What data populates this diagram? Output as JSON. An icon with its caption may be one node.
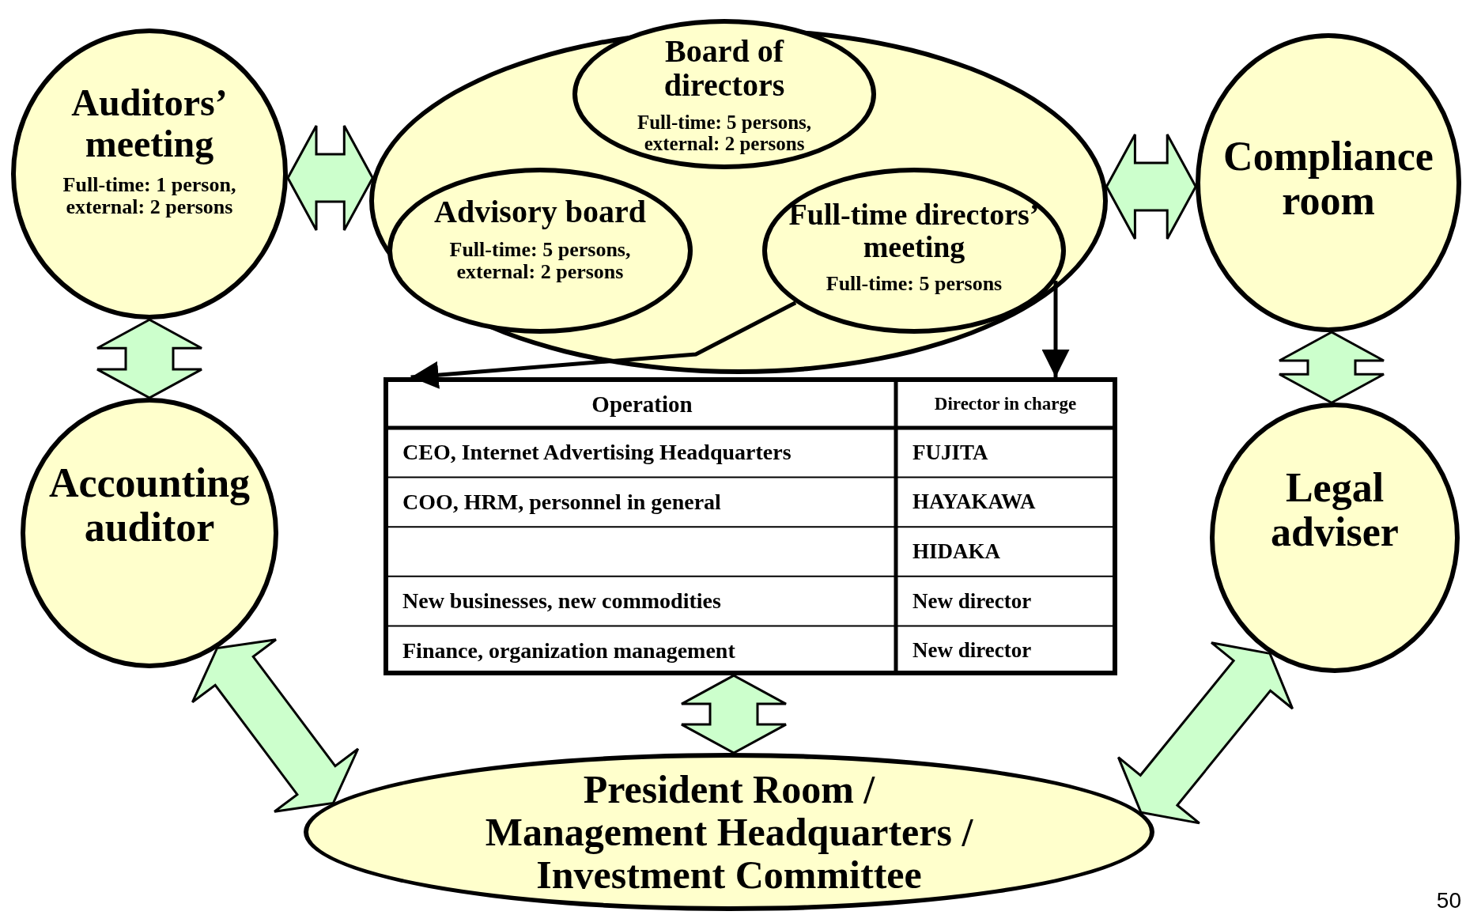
{
  "diagram": {
    "nodes": [
      {
        "text": [
          "Auditors’ meeting",
          "Full-time: 1 person, external: 2 persons"
        ]
      },
      {
        "text": [],
        "shape": "ellipse"
      },
      {
        "text": [
          "Board of directors",
          "Full-time: 5 persons, external: 2 persons"
        ],
        "in": 1
      },
      {
        "text": [
          "Advisory board",
          "Full-time: 5 persons, external: 2 persons"
        ],
        "in": 1
      },
      {
        "text": [
          "Full-time directors’ meeting",
          "Full-time: 5 persons"
        ],
        "in": 1
      },
      {
        "text": [
          "Compliance room"
        ]
      },
      {
        "text": [
          "Accounting auditor"
        ]
      },
      {
        "text": [
          "Legal adviser"
        ]
      },
      {
        "text": [
          "Operation",
          "Director in charge",
          "CEO, Internet Advertising Headquarters",
          "FUJITA",
          "COO, HRM, personnel in general",
          "HAYAKAWA",
          "HIDAKA",
          "New businesses, new commodities",
          "New director",
          "Finance, organization management",
          "New director"
        ]
      },
      {
        "text": [
          "President Room / Management Headquarters / Investment Committee"
        ]
      }
    ],
    "edges": [
      {
        "from": 0,
        "to": 1,
        "arrow": "both"
      },
      {
        "from": 1,
        "to": 5,
        "arrow": "both"
      },
      {
        "from": 0,
        "to": 6,
        "arrow": "both"
      },
      {
        "from": 5,
        "to": 7,
        "arrow": "both"
      },
      {
        "from": 6,
        "to": 9,
        "arrow": "both"
      },
      {
        "from": 7,
        "to": 9,
        "arrow": "both"
      },
      {
        "from": 8,
        "to": 9,
        "arrow": "both"
      },
      {
        "from": 4,
        "to": 8,
        "arrow": "to",
        "color": "#000000"
      },
      {
        "from": 4,
        "to": 8,
        "arrow": "to",
        "color": "#000000"
      }
    ],
    "labels": [
      "50"
    ]
  }
}
